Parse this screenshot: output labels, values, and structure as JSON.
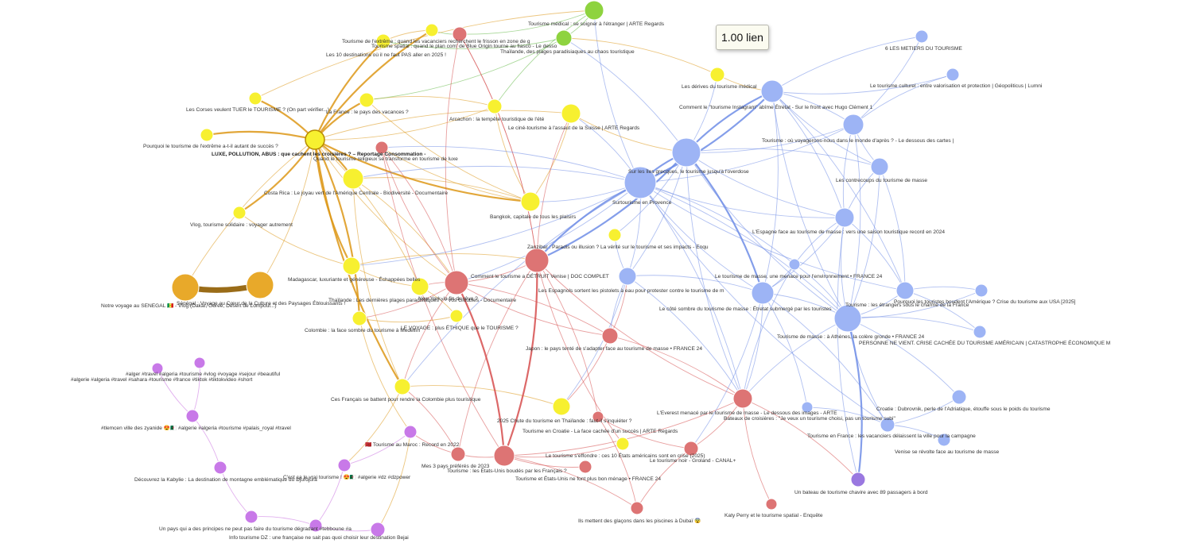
{
  "tooltip": {
    "text": "1.00 lien"
  },
  "colors": {
    "blue": "#9db4f5",
    "red": "#dd7474",
    "yellow": "#f7f030",
    "orange": "#e8a92a",
    "green": "#8ed33f",
    "purple": "#c879e8",
    "violet": "#9a78e0",
    "edge_blue": "#6f8de6",
    "edge_red": "#d64e4e",
    "edge_orange": "#dd9818",
    "edge_green": "#62b845",
    "edge_purple": "#c86fe0",
    "edge_brown": "#9a6c18"
  },
  "graph": {
    "nodes": [
      {
        "id": "b1",
        "color": "blue",
        "label": "6 LES METIERS DU TOURISME"
      },
      {
        "id": "b2",
        "color": "blue",
        "label": "Le tourisme culturel : entre valorisation et protection | Géopoliticus | Lumni"
      },
      {
        "id": "b3",
        "color": "blue",
        "label": "Comment le \"tourisme Instagram\" abîme Étretat - Sur le front avec Hugo Clément 1"
      },
      {
        "id": "b4",
        "color": "blue",
        "label": "Tourisme : où voyagerons-nous dans le monde d'après ? - Le dessous des cartes |"
      },
      {
        "id": "b5",
        "color": "blue",
        "label": ""
      },
      {
        "id": "b6",
        "color": "blue",
        "label": "Sur les îles grecques, le tourisme jusqu'à l'overdose"
      },
      {
        "id": "b7",
        "color": "blue",
        "label": "Surtourisme en Provence"
      },
      {
        "id": "b8",
        "color": "blue",
        "label": "Les contrecoups du tourisme de masse"
      },
      {
        "id": "b9",
        "color": "blue",
        "label": "L'Espagne face au tourisme de masse : vers une saison touristique record en 2024"
      },
      {
        "id": "b10",
        "color": "blue",
        "label": "Le tourisme de masse, une menace pour l'environnement • FRANCE 24"
      },
      {
        "id": "b11",
        "color": "blue",
        "label": "Les Espagnols sortent les pistolets à eau pour protester contre le tourisme de m"
      },
      {
        "id": "b12",
        "color": "blue",
        "label": "Le côté sombre du tourisme de masse : Étretat submergé par les touristes"
      },
      {
        "id": "b13",
        "color": "blue",
        "label": "Tourisme : les étrangers sous le charme de la France"
      },
      {
        "id": "b14",
        "color": "blue",
        "label": "Pourquoi les touristes boudent l'Amérique ? Crise du tourisme aux USA [2025]"
      },
      {
        "id": "b15",
        "color": "blue",
        "label": "Tourisme de masse : à Athènes, la colère gronde • FRANCE 24"
      },
      {
        "id": "b16",
        "color": "blue",
        "label": "PERSONNE NE VIENT. CRISE CACHÉE DU TOURISME AMÉRICAIN | CATASTROPHE ÉCONOMIQUE M"
      },
      {
        "id": "b17",
        "color": "blue",
        "label": "Bateaux de croisières : \"Je veux un tourisme choisi, pas un tourisme subi\""
      },
      {
        "id": "b18",
        "color": "blue",
        "label": "Croatie : Dubrovnik, perle de l'Adriatique, étouffe sous le poids du tourisme"
      },
      {
        "id": "b19",
        "color": "blue",
        "label": "Tourisme en France : les vacanciers délaissent la ville pour la campagne"
      },
      {
        "id": "b20",
        "color": "blue",
        "label": "Venise se révolte face au tourisme de masse"
      },
      {
        "id": "b21",
        "color": "blue",
        "label": ""
      },
      {
        "id": "b22",
        "color": "blue",
        "label": ""
      },
      {
        "id": "r1",
        "color": "red",
        "label": "Comment le tourisme a DÉTRUIT Venise | DOC COMPLET"
      },
      {
        "id": "r2",
        "color": "red",
        "label": "Zanzibar : Paradis ou illusion ? La vérité sur le tourisme et ses impacts - Enqu"
      },
      {
        "id": "r3",
        "color": "red",
        "label": "Japon : le pays tenté de s'adapter face au tourisme de masse • FRANCE 24"
      },
      {
        "id": "r4",
        "color": "red",
        "label": "L'Everest menacé par le tourisme de masse - Le dessous des images - ARTE"
      },
      {
        "id": "r5",
        "color": "red",
        "label": "2025 Chute du tourisme en Thaïlande : faut-il s'inquiéter ?"
      },
      {
        "id": "r6",
        "color": "red",
        "label": "Tourisme : les États-Unis boudés par les Français ?"
      },
      {
        "id": "r7",
        "color": "red",
        "label": "Mes 3 pays préférés de 2023"
      },
      {
        "id": "r8",
        "color": "red",
        "label": "Tourisme et États-Unis ne font plus bon ménage • FRANCE 24"
      },
      {
        "id": "r9",
        "color": "red",
        "label": "Le tourisme noir - Groland - CANAL+"
      },
      {
        "id": "r10",
        "color": "red",
        "label": "Ils mettent des glaçons dans les piscines à Dubaï 😨"
      },
      {
        "id": "r11",
        "color": "red",
        "label": "Katy Perry et le tourisme spatial - Enquête"
      },
      {
        "id": "r12",
        "color": "red",
        "label": "Quand le tourisme religieux se transforme en tourisme de luxe"
      },
      {
        "id": "r13",
        "color": "red",
        "label": "Tourisme spatial : quand le plan com' de Blue Origin tourne au fiasco - Le desso"
      },
      {
        "id": "y1",
        "color": "yellow",
        "label": "Tourisme de l'extrême : quand les vacanciers recherchent le frisson en zone de g"
      },
      {
        "id": "y2",
        "color": "yellow",
        "label": "Les 10 destinations où il ne faut PAS aller en 2025 !"
      },
      {
        "id": "y3",
        "color": "yellow",
        "label": "Les Corses veulent TUER le TOURISME ? (On part vérifier...)"
      },
      {
        "id": "y4",
        "color": "yellow",
        "label": "La France : le pays des vacances ?"
      },
      {
        "id": "y5",
        "color": "yellow",
        "label": "Pourquoi le tourisme de l'extrême a-t-il autant de succès ?"
      },
      {
        "id": "y6",
        "color": "yellow",
        "label": "LUXE, POLLUTION, ABUS : que cachent les croisières ? – Reportage Consommation -"
      },
      {
        "id": "y7",
        "color": "yellow",
        "label": "Arcachon : la tempête touristique de l'été"
      },
      {
        "id": "y8",
        "color": "yellow",
        "label": "Le ciné-tourisme à l'assaut de la Suisse | ARTE Regards"
      },
      {
        "id": "y9",
        "color": "yellow",
        "label": "Les dérives du tourisme médical"
      },
      {
        "id": "y10",
        "color": "yellow",
        "label": "Costa Rica : Le joyau vert de l'Amérique Centrale - Biodiversité - Documentaire"
      },
      {
        "id": "y11",
        "color": "yellow",
        "label": "Bangkok, capitale de tous les plaisirs"
      },
      {
        "id": "y12",
        "color": "yellow",
        "label": "Vlog, tourisme solidaire : voyager autrement"
      },
      {
        "id": "y13",
        "color": "yellow",
        "label": "Madagascar, luxuriante et généreuse - Échappées belles"
      },
      {
        "id": "y14",
        "color": "yellow",
        "label": "Thaïlande : Les dernières plages paradisiaques ? - Vos Gloubies - Documentaire"
      },
      {
        "id": "y15",
        "color": "yellow",
        "label": "New York, la fin du rêve ?"
      },
      {
        "id": "y16",
        "color": "yellow",
        "label": "Colombie : la face sombre du tourisme à Medellín"
      },
      {
        "id": "y17",
        "color": "yellow",
        "label": "LE VOYAGE : plus ÉTHIQUE que le TOURISME ?"
      },
      {
        "id": "y18",
        "color": "yellow",
        "label": "Ces Français se battent pour rendre la Colombie plus touristique"
      },
      {
        "id": "y19",
        "color": "yellow",
        "label": "Tourisme en Croatie - La face cachée d'un succès | ARTE Regards"
      },
      {
        "id": "y20",
        "color": "yellow",
        "label": "Le tourisme s'effondre : ces 10 États américains sont en crise (2025)"
      },
      {
        "id": "y21",
        "color": "yellow",
        "label": ""
      },
      {
        "id": "y22",
        "color": "yellow",
        "label": ""
      },
      {
        "id": "o1",
        "color": "orange",
        "label": "Notre voyage au SENEGAL 🇸🇳 - Vlog (Dakar, Gorée, Désert de Lompoul...)"
      },
      {
        "id": "o2",
        "color": "orange",
        "label": "Sénégal : Voyage au Cœur de la Culture et des Paysages Éblouissants !"
      },
      {
        "id": "g1",
        "color": "green",
        "label": "Tourisme médical : se soigner à l'étranger | ARTE Regards"
      },
      {
        "id": "g2",
        "color": "green",
        "label": "Thaïlande, des plages paradisiaques au chaos touristique"
      },
      {
        "id": "p1",
        "color": "purple",
        "label": "#alger #travel #algeria #tourisme #vlog #voyage #sejour #beautiful"
      },
      {
        "id": "p2",
        "color": "purple",
        "label": "#algerie #algeria #travel #sahara #tourisme #france #tiktok #tiktokvideo #short"
      },
      {
        "id": "p3",
        "color": "purple",
        "label": "#tlemcen ville des zyanide 😍🇩🇿 #algerie #algeria #tourisme #palais_royal #travel"
      },
      {
        "id": "p4",
        "color": "purple",
        "label": "Découvrez la Kabylie : La destination de montagne emblématique du Djurdjura"
      },
      {
        "id": "p5",
        "color": "purple",
        "label": "🇲🇦 Tourisme au Maroc : Record en 2022"
      },
      {
        "id": "p6",
        "color": "purple",
        "label": "C'est ça le vrai tourisme ! 😍🇩🇿 #algerie #dz #dzpower"
      },
      {
        "id": "p7",
        "color": "purple",
        "label": "Un pays qui a des principes ne peut pas faire du tourisme dégradant #tebboune #a"
      },
      {
        "id": "p8",
        "color": "purple",
        "label": "Info tourisme DZ : une française ne sait pas quoi choisir leur destination Bejai"
      },
      {
        "id": "p9",
        "color": "purple",
        "label": ""
      },
      {
        "id": "v1",
        "color": "violet",
        "label": "Un bateau de tourisme chavire avec 89 passagers à bord"
      }
    ]
  }
}
